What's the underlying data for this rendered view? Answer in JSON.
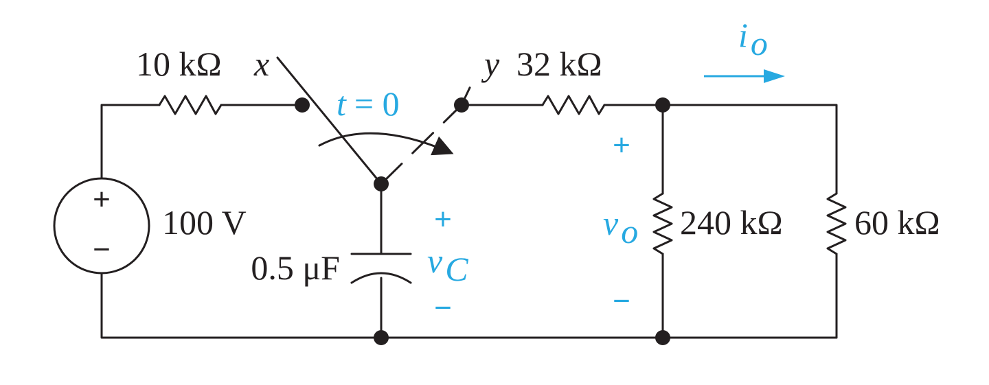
{
  "title": "Switched RC circuit",
  "colors": {
    "ink": "#231f20",
    "accent": "#27a9e1"
  },
  "source": {
    "value": "100 V",
    "plus": "+",
    "minus": "−"
  },
  "resistors": {
    "r1": "10 kΩ",
    "r2": "32 kΩ",
    "r3": "240 kΩ",
    "r4": "60 kΩ"
  },
  "capacitor": {
    "value": "0.5 μF"
  },
  "switch": {
    "pole_x": "x",
    "pole_y": "y",
    "time_lhs": "t",
    "time_rhs": "= 0"
  },
  "voltages": {
    "vc": {
      "symbol": "v",
      "subscript": "C",
      "plus": "+",
      "minus": "−"
    },
    "vo": {
      "symbol": "v",
      "subscript": "o",
      "plus": "+",
      "minus": "−"
    }
  },
  "current": {
    "symbol": "i",
    "subscript": "o"
  }
}
